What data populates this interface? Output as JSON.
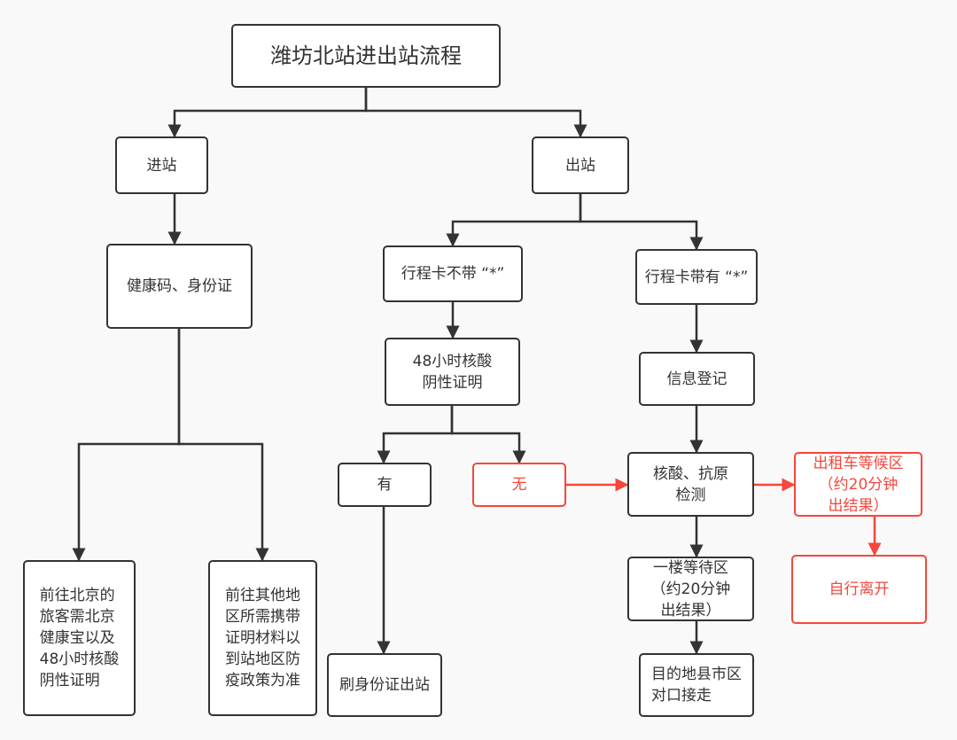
{
  "title": "潍坊北站进出站流程",
  "colors": {
    "line": "#333333",
    "highlight": "#f5473c",
    "background": "#f9f9f9",
    "box": "#ffffff"
  },
  "nodes": {
    "title": {
      "label": "潍坊北站进出站流程",
      "style": "normal"
    },
    "enter": {
      "label": "进站",
      "style": "normal"
    },
    "exit": {
      "label": "出站",
      "style": "normal"
    },
    "health_id": {
      "label": "健康码、身份证",
      "style": "normal"
    },
    "beijing": {
      "label": "前往北京的\n旅客需北京\n健康宝以及\n48小时核酸\n阴性证明",
      "style": "normal"
    },
    "other_region": {
      "label": "前往其他地\n区所需携带\n证明材料以\n到站地区防\n疫政策为准",
      "style": "normal"
    },
    "no_star": {
      "label": "行程卡不带 “*”",
      "style": "normal"
    },
    "with_star": {
      "label": "行程卡带有 “*”",
      "style": "normal"
    },
    "nat48": {
      "label": "48小时核酸\n阴性证明",
      "style": "normal"
    },
    "register": {
      "label": "信息登记",
      "style": "normal"
    },
    "has": {
      "label": "有",
      "style": "normal"
    },
    "none": {
      "label": "无",
      "style": "highlight"
    },
    "test": {
      "label": "核酸、抗原\n检测",
      "style": "normal"
    },
    "taxi_wait": {
      "label": "出租车等候区\n（约20分钟\n出结果）",
      "style": "highlight"
    },
    "floor1_wait": {
      "label": "一楼等待区\n（约20分钟\n出结果）",
      "style": "normal"
    },
    "leave": {
      "label": "自行离开",
      "style": "highlight"
    },
    "swipe_id": {
      "label": "刷身份证出站",
      "style": "normal"
    },
    "pickup": {
      "label": "目的地县市区\n对口接走",
      "style": "normal"
    }
  },
  "edges": [
    {
      "from": "title",
      "to": "enter",
      "style": "normal"
    },
    {
      "from": "title",
      "to": "exit",
      "style": "normal"
    },
    {
      "from": "enter",
      "to": "health_id",
      "style": "normal"
    },
    {
      "from": "health_id",
      "to": "beijing",
      "style": "normal"
    },
    {
      "from": "health_id",
      "to": "other_region",
      "style": "normal"
    },
    {
      "from": "exit",
      "to": "no_star",
      "style": "normal"
    },
    {
      "from": "exit",
      "to": "with_star",
      "style": "normal"
    },
    {
      "from": "no_star",
      "to": "nat48",
      "style": "normal"
    },
    {
      "from": "nat48",
      "to": "has",
      "style": "normal"
    },
    {
      "from": "nat48",
      "to": "none",
      "style": "normal"
    },
    {
      "from": "has",
      "to": "swipe_id",
      "style": "normal"
    },
    {
      "from": "none",
      "to": "test",
      "style": "highlight"
    },
    {
      "from": "with_star",
      "to": "register",
      "style": "normal"
    },
    {
      "from": "register",
      "to": "test",
      "style": "normal"
    },
    {
      "from": "test",
      "to": "taxi_wait",
      "style": "highlight"
    },
    {
      "from": "test",
      "to": "floor1_wait",
      "style": "normal"
    },
    {
      "from": "taxi_wait",
      "to": "leave",
      "style": "highlight"
    },
    {
      "from": "floor1_wait",
      "to": "pickup",
      "style": "normal"
    }
  ]
}
